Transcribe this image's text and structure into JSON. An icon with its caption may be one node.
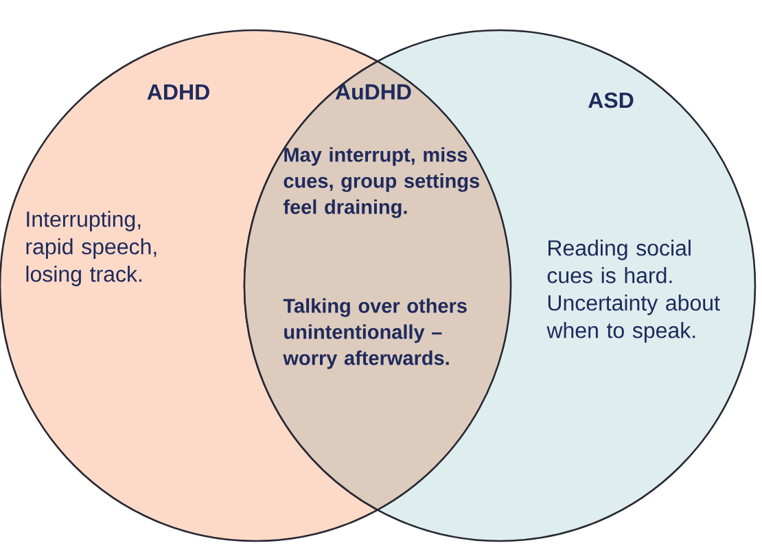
{
  "diagram": {
    "nodes": [
      {
        "text": [
          "ADHD",
          "Interrupting, rapid speech, losing track."
        ]
      },
      {
        "text": [
          "ASD",
          "Reading social cues is hard. Uncertainty about when to speak."
        ]
      },
      {
        "text": [
          "AuDHD",
          "May interrupt, miss cues, group settings feel draining.",
          "Talking over others unintentionally – worry afterwards."
        ]
      }
    ]
  }
}
